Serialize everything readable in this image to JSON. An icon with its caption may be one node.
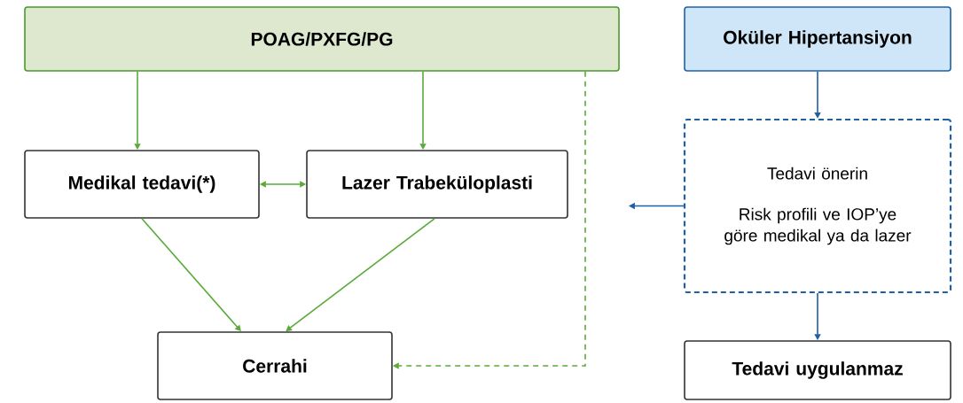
{
  "diagram": {
    "nodes": [
      {
        "text": [
          "POAG/PXFG/PG"
        ]
      },
      {
        "text": [
          "Oküler Hipertansiyon"
        ]
      },
      {
        "text": [
          "Medikal tedavi(*)"
        ]
      },
      {
        "text": [
          "Lazer Trabeküloplasti"
        ]
      },
      {
        "text": [
          "Tedavi önerin",
          "Risk profili ve IOP’ye göre medikal ya da lazer"
        ]
      },
      {
        "text": [
          "Cerrahi"
        ]
      },
      {
        "text": [
          "Tedavi uygulanmaz"
        ]
      }
    ],
    "edges": [
      {
        "from": 0,
        "to": 2,
        "arrow": "to"
      },
      {
        "from": 0,
        "to": 3,
        "arrow": "to"
      },
      {
        "from": 2,
        "to": 3,
        "arrow": "both"
      },
      {
        "from": 2,
        "to": 5,
        "arrow": "to"
      },
      {
        "from": 3,
        "to": 5,
        "arrow": "to"
      },
      {
        "from": 0,
        "to": 5,
        "arrow": "to",
        "style": "dashed"
      },
      {
        "from": 1,
        "to": 4,
        "arrow": "to",
        "color": "#1f5fa6"
      },
      {
        "from": 4,
        "to": null,
        "arrow": "to",
        "color": "#1f5fa6"
      },
      {
        "from": 4,
        "to": 6,
        "arrow": "to",
        "color": "#1f5fa6"
      }
    ]
  }
}
